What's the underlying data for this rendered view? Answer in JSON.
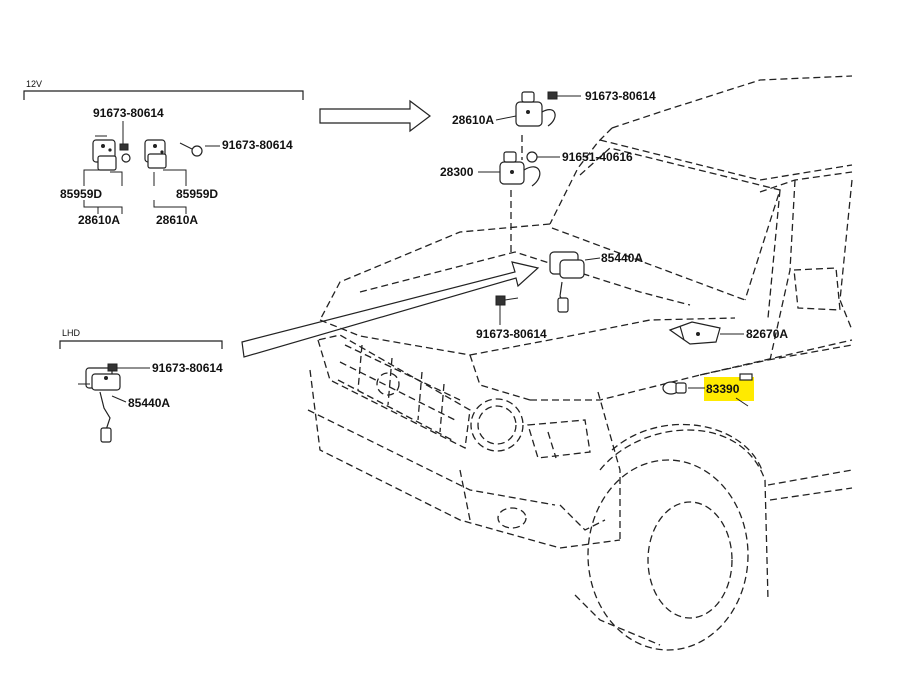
{
  "sections": {
    "v12": "12V",
    "lhd": "LHD"
  },
  "callouts": {
    "a1": "91673-80614",
    "a2": "91673-80614",
    "a3": "85959D",
    "a4": "85959D",
    "a5": "28610A",
    "a6": "28610A",
    "b1": "91673-80614",
    "b2": "28610A",
    "b3": "91651-40616",
    "b4": "28300",
    "b5": "85440A",
    "b6": "91673-80614",
    "b7": "82670A",
    "b8": "83390",
    "c1": "91673-80614",
    "c2": "85440A"
  },
  "highlight": {
    "color": "#ffea00",
    "target": "83390"
  },
  "icons": [
    "relay-icon",
    "bolt-icon",
    "arrow-right-icon",
    "washer-pump-icon",
    "hood-lock-icon",
    "side-lamp-icon"
  ]
}
